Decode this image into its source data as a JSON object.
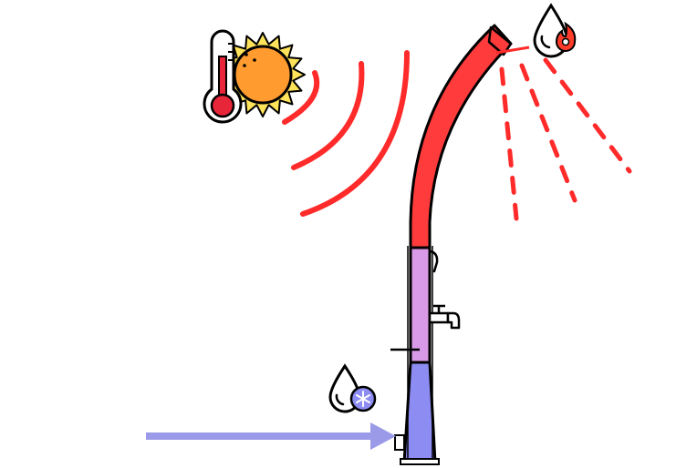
{
  "diagram": {
    "icons": {
      "thermometer": "thermometer-icon",
      "sun": "sun-icon",
      "hot_water": "hot-water-drop-icon",
      "cold_water": "cold-water-drop-icon",
      "faucet": "faucet-icon"
    },
    "colors": {
      "heat": "#ff2a2a",
      "hot_section": "#ff3b3b",
      "warm_section": "#d89ae6",
      "cold_section": "#8c8cf2",
      "inlet_arrow": "#9a9ae8",
      "sun": "#ff9b2f",
      "sun_rays": "#ffe35a",
      "outline": "#000000"
    },
    "parts": [
      "solar-heat-waves",
      "shower-pipe",
      "shower-head",
      "water-spray",
      "cold-water-inlet"
    ]
  }
}
